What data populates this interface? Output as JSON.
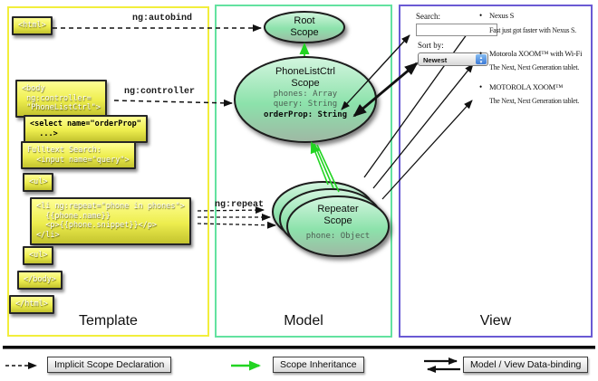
{
  "template": {
    "title": "Template",
    "boxes": {
      "html_open": "<html>",
      "body_open": "<body\n ng:controller=\n \"PhoneListCtrl\">",
      "select": "<select name=\"orderProp\"\n  ...>",
      "fulltext": "Fulltext Search:\n  <input name=\"query\">",
      "ul_open": "<ul>",
      "li_repeat": "<li ng:repeat=\"phone in phones\">\n  {{phone.name}}\n  <p>{{phone.snippet}}</p>\n</li>",
      "ul_close": "<ul>",
      "body_close": "</body>",
      "html_close": "</html>"
    }
  },
  "model": {
    "title": "Model",
    "root_scope": {
      "title": "Root\nScope"
    },
    "phonelist_scope": {
      "title": "PhoneListCtrl\nScope",
      "props": "phones: Array\nquery: String",
      "order_prop": "orderProp: String"
    },
    "repeater_scope": {
      "title": "Repeater\nScope",
      "prop": "phone: Object"
    }
  },
  "view": {
    "title": "View",
    "search_label": "Search:",
    "search_value": "",
    "sort_label": "Sort by:",
    "sort_value": "Newest",
    "bullet": "•",
    "items": [
      {
        "name": "Nexus S",
        "desc": "Fast just got faster with Nexus S."
      },
      {
        "name": "Motorola XOOM™ with Wi-Fi",
        "desc": "The Next, Next Generation tablet."
      },
      {
        "name": "MOTOROLA XOOM™",
        "desc": "The Next, Next Generation tablet."
      }
    ]
  },
  "arrow_labels": {
    "autobind": "ng:autobind",
    "controller": "ng:controller",
    "repeat": "ng:repeat"
  },
  "legend": {
    "implicit_scope": "Implicit Scope Declaration",
    "scope_inheritance": "Scope Inheritance",
    "data_binding": "Model / View Data-binding"
  },
  "colors": {
    "template_border": "#f2ee3c",
    "model_border": "#63e2a0",
    "view_border": "#6a5ad4",
    "scope_fill_green": "#8ce2ab",
    "codebox_yellow": "#eded4e",
    "inheritance_green": "#22d422",
    "arrow_black": "#111111"
  }
}
